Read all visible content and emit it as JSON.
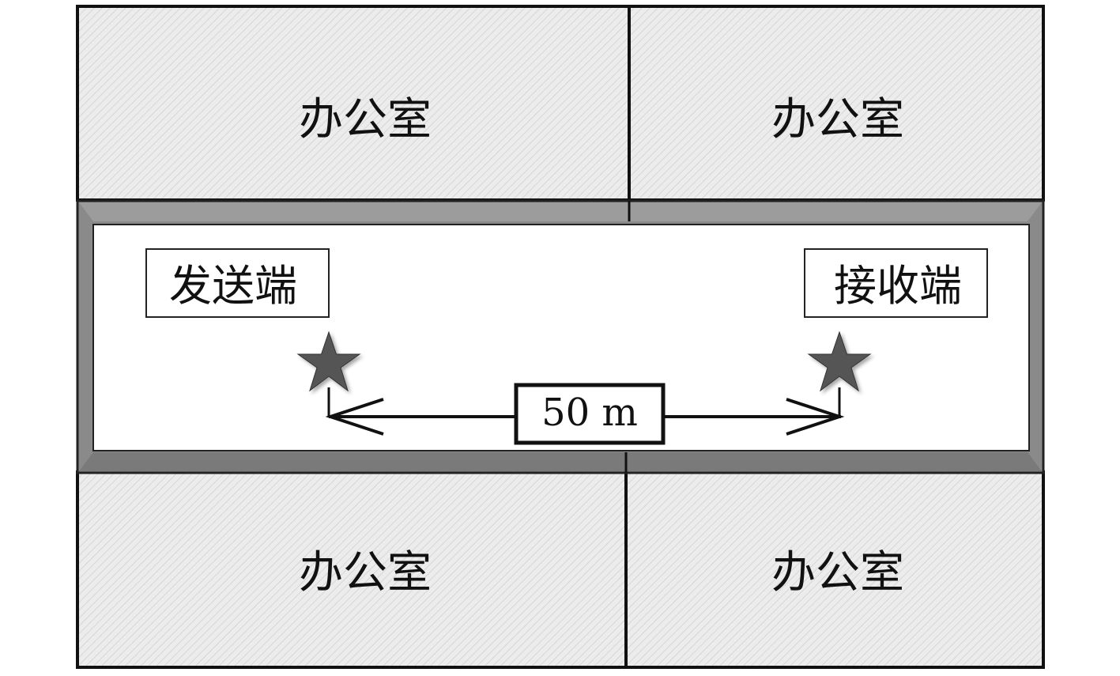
{
  "floor_plan": {
    "rooms": [
      {
        "label": "办公室"
      },
      {
        "label": "办公室"
      },
      {
        "label": "办公室"
      },
      {
        "label": "办公室"
      }
    ],
    "transmitter_label": "发送端",
    "receiver_label": "接收端",
    "distance_label": "50 m",
    "marker_icon": "star-icon",
    "colors": {
      "room_fill": "#e9e9e9",
      "wall": "#8a8a8a",
      "marker": "#555555",
      "line": "#111111"
    }
  }
}
